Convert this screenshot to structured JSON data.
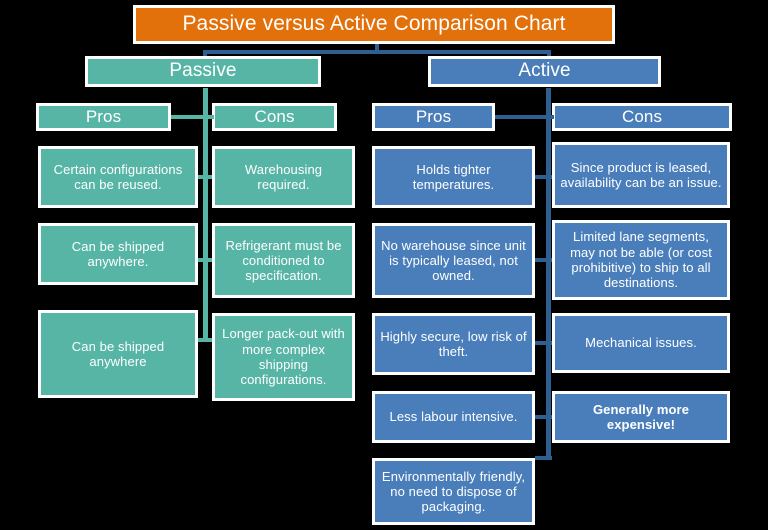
{
  "title": {
    "text": "Passive versus Active Comparison Chart",
    "color": "#e2710c"
  },
  "theme": {
    "background": "#000000",
    "passive_color": "#57b5a6",
    "active_color": "#4a7ebb",
    "passive_connector": "#57b5a6",
    "active_connector": "#2e5f91",
    "border_color": "#ffffff",
    "text_color": "#ffffff"
  },
  "branches": {
    "passive": {
      "label": "Passive",
      "pros_label": "Pros",
      "cons_label": "Cons",
      "pros": [
        "Certain configurations can be reused.",
        "Can be shipped anywhere.",
        "Can be shipped anywhere"
      ],
      "cons": [
        "Warehousing required.",
        "Refrigerant must be conditioned to specification.",
        "Longer pack-out with more complex shipping configurations."
      ]
    },
    "active": {
      "label": "Active",
      "pros_label": "Pros",
      "cons_label": "Cons",
      "pros": [
        "Holds tighter temperatures.",
        "No warehouse since unit is typically leased, not owned.",
        "Highly secure, low risk of theft.",
        "Less labour intensive.",
        "Environmentally friendly, no need to dispose of packaging."
      ],
      "cons": [
        "Since product is leased, availability can be an issue.",
        "Limited lane segments, may not be able (or cost prohibitive) to ship to all destinations.",
        "Mechanical issues.",
        "Generally more expensive!"
      ]
    }
  }
}
